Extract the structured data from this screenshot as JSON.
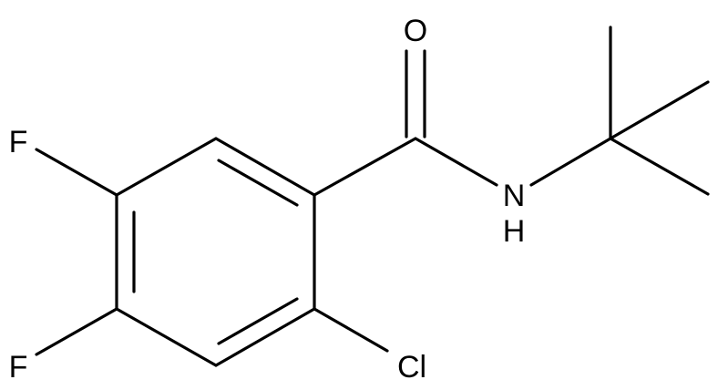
{
  "molecule": {
    "atoms": {
      "oxygen": "O",
      "nitrogen": "N",
      "hydrogen": "H",
      "fluorine_top": "F",
      "fluorine_bottom": "F",
      "chlorine": "Cl"
    },
    "colors": {
      "bond": "#000000",
      "label": "#000000",
      "background": "#ffffff"
    }
  }
}
